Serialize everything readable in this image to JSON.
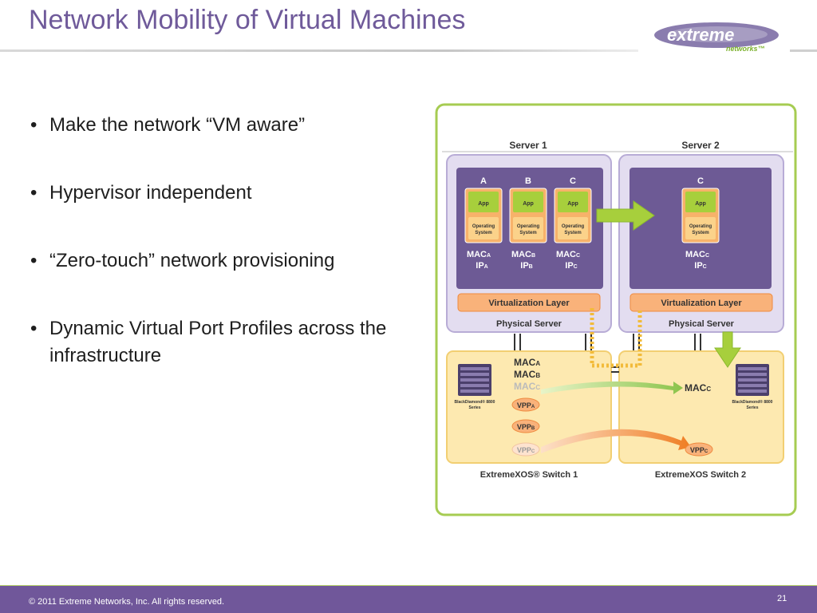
{
  "slide": {
    "title": "Network Mobility of Virtual Machines",
    "bullets": [
      "Make the network “VM aware”",
      "Hypervisor independent",
      "“Zero-touch” network provisioning",
      "Dynamic Virtual Port Profiles across the infrastructure"
    ],
    "logo": {
      "word": "extreme",
      "sub": "networks™"
    },
    "footer": {
      "copyright": "© 2011 Extreme Networks, Inc. All rights reserved.",
      "page": "21"
    }
  },
  "diagram": {
    "server1": "Server 1",
    "server2": "Server 2",
    "vm_a": "A",
    "vm_b": "B",
    "vm_c": "C",
    "vm_c2": "C",
    "app": "App",
    "os1": "Operating",
    "os2": "System",
    "mac": "MAC",
    "ip": "IP",
    "sub_a": "A",
    "sub_b": "B",
    "sub_c": "C",
    "virt_layer": "Virtualization Layer",
    "phys_server": "Physical Server",
    "switch1": "ExtremeXOS® Switch 1",
    "switch2": "ExtremeXOS Switch 2",
    "bd1": "BlackDiamond® 8800",
    "bd2": "Series",
    "vpp": "VPP"
  },
  "colors": {
    "title": "#6f5a9a",
    "footer": "#70579a",
    "accent_green": "#8bc34a",
    "server_purple": "#6d5a95",
    "vm_orange": "#f7b26a",
    "app_green": "#a7cf3c",
    "switch_yellow": "#fde9b0"
  }
}
